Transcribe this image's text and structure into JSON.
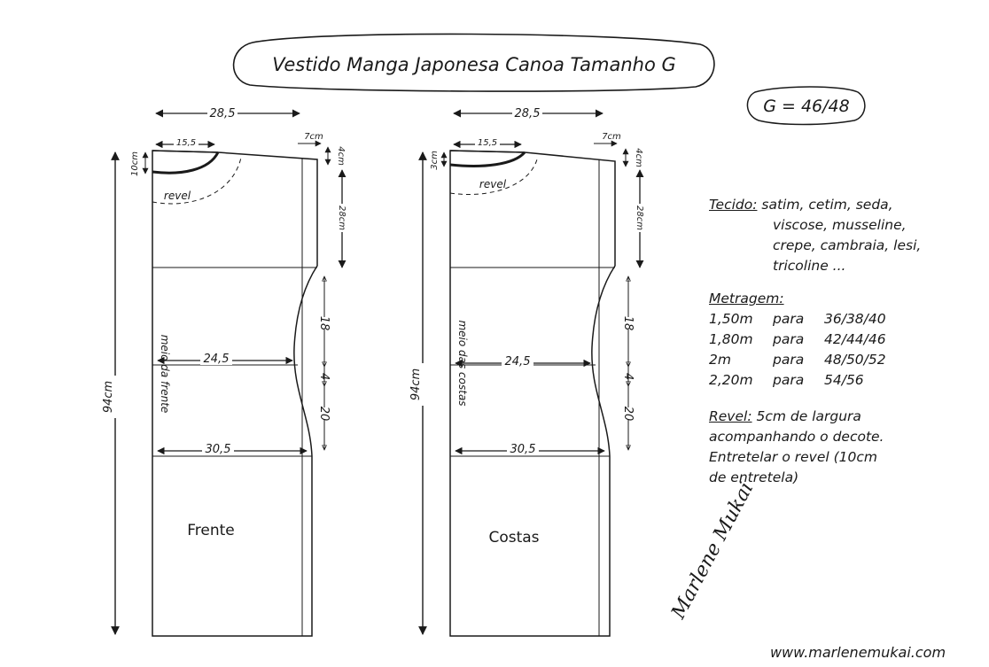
{
  "title": "Vestido Manga Japonesa Canoa Tamanho G",
  "size_note": "G = 46/48",
  "pieces": [
    {
      "name": "Frente",
      "top_width": "28,5",
      "neck_width": "15,5",
      "shoulder_drop": "7cm",
      "shoulder_side": "4cm",
      "neck_depth": "10cm",
      "facing": "revel",
      "armhole": "28cm",
      "center_label": "meio da frente",
      "waist_width": "24,5",
      "hip_width": "30,5",
      "seg1": "18",
      "seg2": "4",
      "seg3": "20",
      "length": "94cm"
    },
    {
      "name": "Costas",
      "top_width": "28,5",
      "neck_width": "15,5",
      "shoulder_drop": "7cm",
      "shoulder_side": "4cm",
      "neck_depth": "3cm",
      "facing": "revel",
      "armhole": "28cm",
      "center_label": "meio das costas",
      "waist_width": "24,5",
      "hip_width": "30,5",
      "seg1": "18",
      "seg2": "4",
      "seg3": "20",
      "length": "94cm"
    }
  ],
  "tecido": {
    "label": "Tecido:",
    "lines": [
      "satim, cetim, seda,",
      "viscose, musseline,",
      "crepe, cambraia, lesi,",
      "tricoline ..."
    ]
  },
  "metragem": {
    "label": "Metragem:",
    "rows": [
      {
        "amount": "1,50m",
        "para": "para",
        "sizes": "36/38/40"
      },
      {
        "amount": "1,80m",
        "para": "para",
        "sizes": "42/44/46"
      },
      {
        "amount": "2m",
        "para": "para",
        "sizes": "48/50/52"
      },
      {
        "amount": "2,20m",
        "para": "para",
        "sizes": "54/56"
      }
    ]
  },
  "revel": {
    "label": "Revel:",
    "lines": [
      "5cm de largura",
      "acompanhando o decote.",
      "Entretelar o revel (10cm",
      "de entretela)"
    ]
  },
  "website": "www.marlenemukai.com",
  "signature": "Marlene Mukai"
}
